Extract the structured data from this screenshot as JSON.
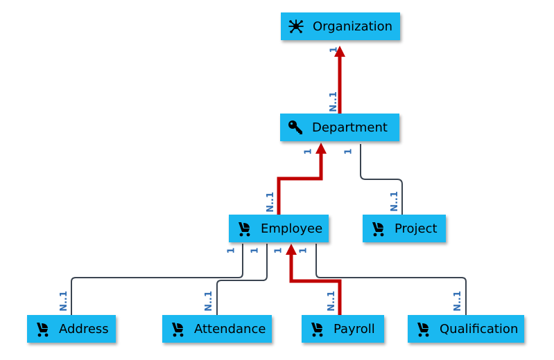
{
  "diagram": {
    "nodes": {
      "organization": {
        "label": "Organization",
        "icon": "network-icon"
      },
      "department": {
        "label": "Department",
        "icon": "key-icon"
      },
      "employee": {
        "label": "Employee",
        "icon": "stroller-icon"
      },
      "project": {
        "label": "Project",
        "icon": "stroller-icon"
      },
      "address": {
        "label": "Address",
        "icon": "stroller-icon"
      },
      "attendance": {
        "label": "Attendance",
        "icon": "stroller-icon"
      },
      "payroll": {
        "label": "Payroll",
        "icon": "stroller-icon"
      },
      "qualification": {
        "label": "Qualification",
        "icon": "stroller-icon"
      }
    },
    "relationships": [
      {
        "from": "Department",
        "to": "Organization",
        "child_cardinality": "N..1",
        "parent_cardinality": "1",
        "highlighted": true
      },
      {
        "from": "Employee",
        "to": "Department",
        "child_cardinality": "N..1",
        "parent_cardinality": "1",
        "highlighted": true
      },
      {
        "from": "Project",
        "to": "Department",
        "child_cardinality": "N..1",
        "parent_cardinality": "1",
        "highlighted": false
      },
      {
        "from": "Address",
        "to": "Employee",
        "child_cardinality": "N..1",
        "parent_cardinality": "1",
        "highlighted": false
      },
      {
        "from": "Attendance",
        "to": "Employee",
        "child_cardinality": "N..1",
        "parent_cardinality": "1",
        "highlighted": false
      },
      {
        "from": "Payroll",
        "to": "Employee",
        "child_cardinality": "N..1",
        "parent_cardinality": "1",
        "highlighted": true
      },
      {
        "from": "Qualification",
        "to": "Employee",
        "child_cardinality": "N..1",
        "parent_cardinality": "1",
        "highlighted": false
      }
    ],
    "colors": {
      "node_fill": "#1ab8f0",
      "highlight_connector": "#c00000",
      "normal_connector": "#3a4450",
      "cardinality_text": "#2f6db3"
    }
  }
}
